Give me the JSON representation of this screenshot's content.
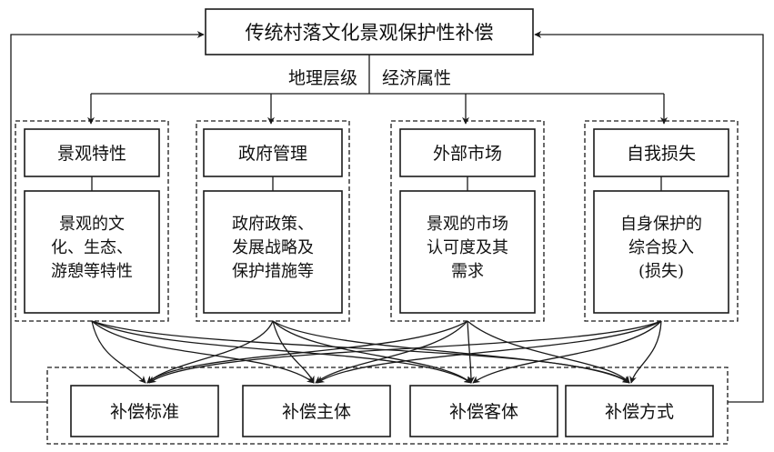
{
  "title": "传统村落文化景观保护性补偿",
  "labels": {
    "left": "地理层级",
    "right": "经济属性"
  },
  "factors": [
    {
      "head": "景观特性",
      "lines": [
        "景观的文",
        "化、生态、",
        "游憩等特性"
      ]
    },
    {
      "head": "政府管理",
      "lines": [
        "政府政策、",
        "发展战略及",
        "保护措施等"
      ]
    },
    {
      "head": "外部市场",
      "lines": [
        "景观的市场",
        "认可度及其",
        "需求"
      ]
    },
    {
      "head": "自我损失",
      "lines": [
        "自身保护的",
        "综合投入",
        "(损失)"
      ]
    }
  ],
  "outcomes": [
    "补偿标准",
    "补偿主体",
    "补偿客体",
    "补偿方式"
  ]
}
